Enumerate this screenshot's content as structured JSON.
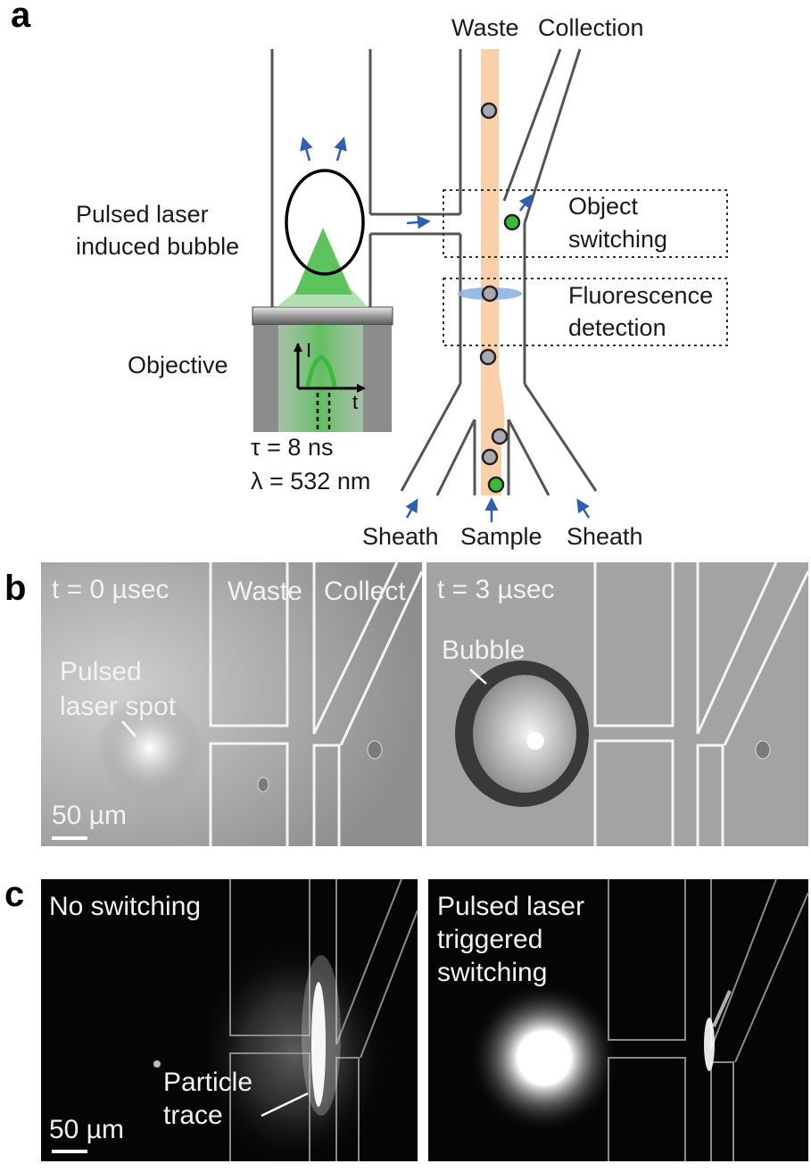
{
  "panel_a": {
    "letter": "a",
    "labels": {
      "waste": "Waste",
      "collection": "Collection",
      "bubble_line1": "Pulsed laser",
      "bubble_line2": "induced bubble",
      "object_line1": "Object",
      "object_line2": "switching",
      "fluor_line1": "Fluorescence",
      "fluor_line2": "detection",
      "objective": "Objective",
      "pulse_axis_y": "I",
      "pulse_axis_x": "t",
      "tau": "τ = 8 ns",
      "lambda": "λ = 532 nm",
      "sheath_left": "Sheath",
      "sample": "Sample",
      "sheath_right": "Sheath"
    },
    "colors": {
      "sample_stream": "#fbd0a8",
      "particle_gray": "#a9a9b0",
      "particle_green": "#3cb83c",
      "arrow_blue": "#2f5fb4",
      "laser_green": "#5cc45c"
    }
  },
  "panel_b": {
    "letter": "b",
    "left": {
      "time": "t = 0 µsec",
      "waste": "Waste",
      "collect": "Collect",
      "spot_line1": "Pulsed",
      "spot_line2": "laser spot",
      "scale": "50 µm"
    },
    "right": {
      "time": "t = 3 µsec",
      "bubble": "Bubble"
    }
  },
  "panel_c": {
    "letter": "c",
    "left": {
      "title": "No switching",
      "trace_line1": "Particle",
      "trace_line2": "trace",
      "scale": "50 µm"
    },
    "right": {
      "title_line1": "Pulsed laser",
      "title_line2": "triggered",
      "title_line3": "switching"
    }
  }
}
